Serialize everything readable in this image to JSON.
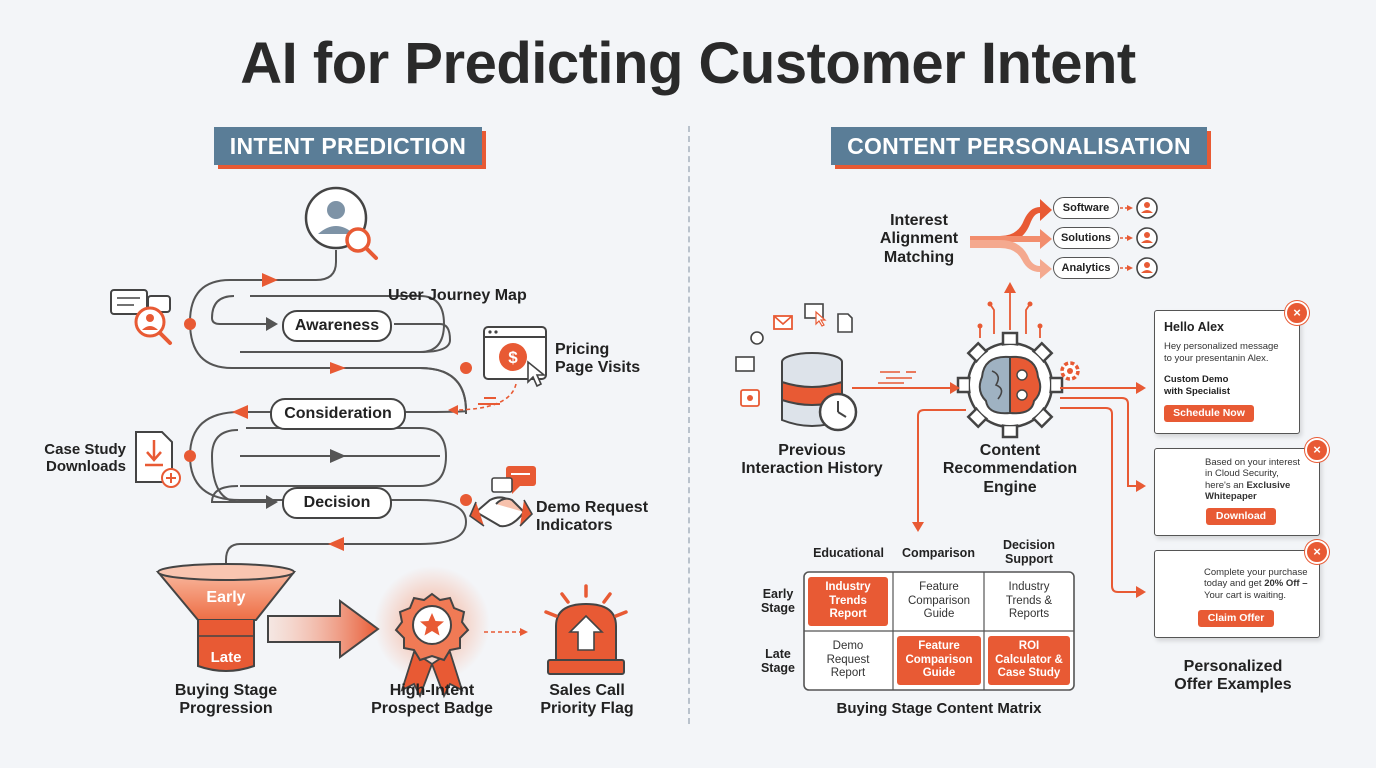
{
  "title": "AI for Predicting Customer Intent",
  "intent": {
    "header": "INTENT PREDICTION",
    "journey_label": "User Journey Map",
    "stages": [
      "Awareness",
      "Consideration",
      "Decision"
    ],
    "pricing_label": "Pricing\nPage Visits",
    "case_label": "Case Study\nDownloads",
    "demo_label": "Demo Request\nIndicators",
    "funnel_early": "Early",
    "funnel_late": "Late",
    "buying_label": "Buying Stage\nProgression",
    "badge_label": "High-Intent\nProspect Badge",
    "flag_label": "Sales Call\nPriority Flag"
  },
  "content": {
    "header": "CONTENT PERSONALISATION",
    "interest_label": "Interest\nAlignment\nMatching",
    "topics": [
      "Software",
      "Solutions",
      "Analytics"
    ],
    "history_label": "Previous\nInteraction History",
    "engine_label": "Content\nRecommendation\nEngine",
    "matrix": {
      "title": "Buying Stage Content Matrix",
      "col_headers": [
        "Educational",
        "Comparison",
        "Decision\nSupport"
      ],
      "row_headers": [
        "Early\nStage",
        "Late\nStage"
      ],
      "cells": [
        [
          "Industry\nTrends\nReport",
          "Feature\nComparison\nGuide",
          "Industry\nTrends &\nReports"
        ],
        [
          "Demo\nRequest\nReport",
          "Feature\nComparison\nGuide",
          "ROI\nCalculator &\nCase Study"
        ]
      ]
    },
    "offers_label": "Personalized\nOffer Examples",
    "card1": {
      "title": "Hello Alex",
      "body": "Hey personalized message\nto your presentanin Alex.",
      "cta_title": "Custom Demo\nwith Specialist",
      "button": "Schedule Now"
    },
    "card2": {
      "text_a": "Based on your interest\nin Cloud Security,\nhere's an ",
      "text_b": "Exclusive\nWhitepaper",
      "button": "Download"
    },
    "card3": {
      "text_a": "Complete your purchase\ntoday and get ",
      "text_b": "20% Off –",
      "text_c": "\nYour cart is waiting.",
      "button": "Claim Offer"
    },
    "close_glyph": "×"
  },
  "colors": {
    "accent": "#e85a34",
    "header_bg": "#5a7d97",
    "line": "#555555"
  }
}
